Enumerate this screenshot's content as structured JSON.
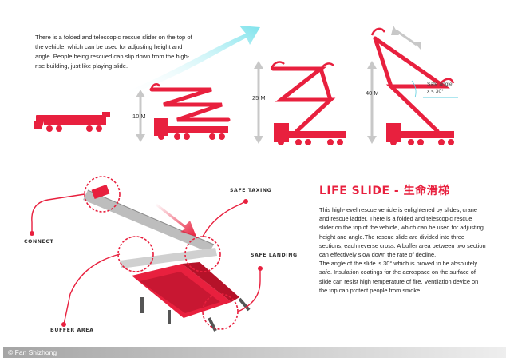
{
  "intro_text": "There is a folded and telescopic rescue slider on the top of the vehicle, which can be used for adjusting height and angle. People being rescued can slip down from the high-rise building, just like playing slide.",
  "heights": {
    "h1": "10 M",
    "h2": "25 M",
    "h3": "40 M"
  },
  "angle_label": {
    "line1": "Safe angle",
    "line2": "x < 30°"
  },
  "callouts": {
    "connect": "CONNECT",
    "safe_taxing": "SAFE TAXING",
    "safe_landing": "SAFE LANDING",
    "buffer_area": "BUFFER AREA"
  },
  "title": "LIFE SLIDE - 生命滑梯",
  "paragraphs": {
    "p1": "This high-level rescue vehicle is enlightened by slides, crane and rescue ladder. There is a folded and telescopic rescue slider on the top of the vehicle, which can be used for adjusting height and angle.The rescue slide are divided into three sections, each reverse cross. A buffer area between two section can effectively slow down the rate of decline.",
    "p2": "The angle of the slide is 30°,which is proved to be absolutely safe. Insulation coatings for the aerospace on the surface of slide can resist high temperature of fire. Ventilation device on the top can protect people from smoke."
  },
  "credit": "© Fan Shizhong",
  "colors": {
    "accent": "#e8203e",
    "arrow_cyan": "#7fe3ec",
    "gray": "#c8c8c8"
  }
}
